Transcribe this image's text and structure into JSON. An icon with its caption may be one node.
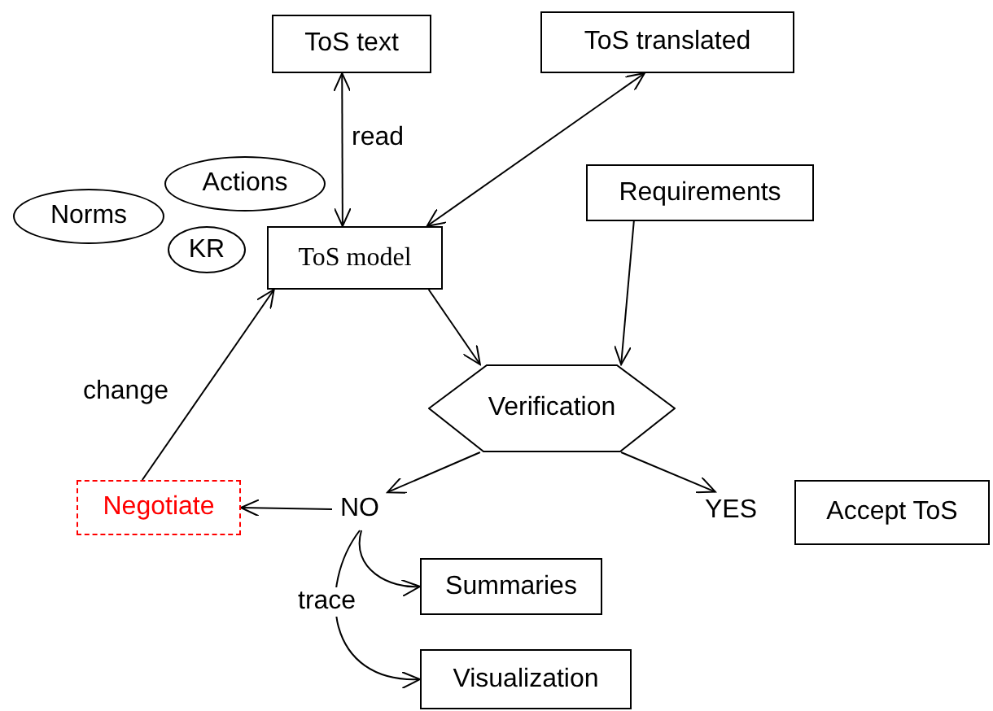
{
  "diagram": {
    "nodes": [
      {
        "text": [
          "ToS text"
        ]
      },
      {
        "text": [
          "ToS translated"
        ]
      },
      {
        "text": [
          "Actions"
        ]
      },
      {
        "text": [
          "Norms"
        ]
      },
      {
        "text": [
          "KR"
        ]
      },
      {
        "text": [
          "Requirements"
        ]
      },
      {
        "text": [
          "ToS model"
        ]
      },
      {
        "text": [
          "Verification"
        ]
      },
      {
        "text": [
          "Negotiate"
        ]
      },
      {
        "text": [
          "NO"
        ]
      },
      {
        "text": [
          "YES"
        ]
      },
      {
        "text": [
          "Accept ToS"
        ]
      },
      {
        "text": [
          "Summaries"
        ]
      },
      {
        "text": [
          "Visualization"
        ]
      }
    ],
    "edges": [
      {
        "from": 0,
        "to": 6,
        "arrow": "both",
        "label": "read"
      },
      {
        "from": 6,
        "to": 1,
        "arrow": "both"
      },
      {
        "from": 6,
        "to": 7,
        "arrow": "to"
      },
      {
        "from": 5,
        "to": 7,
        "arrow": "to"
      },
      {
        "from": 8,
        "to": 6,
        "arrow": "to",
        "label": "change"
      },
      {
        "from": 7,
        "to": 9,
        "arrow": "to"
      },
      {
        "from": 7,
        "to": 10,
        "arrow": "to"
      },
      {
        "from": 9,
        "to": 8,
        "arrow": "to"
      },
      {
        "from": 9,
        "to": 12,
        "arrow": "to"
      },
      {
        "from": 9,
        "to": 13,
        "arrow": "to",
        "label": "trace"
      }
    ]
  }
}
